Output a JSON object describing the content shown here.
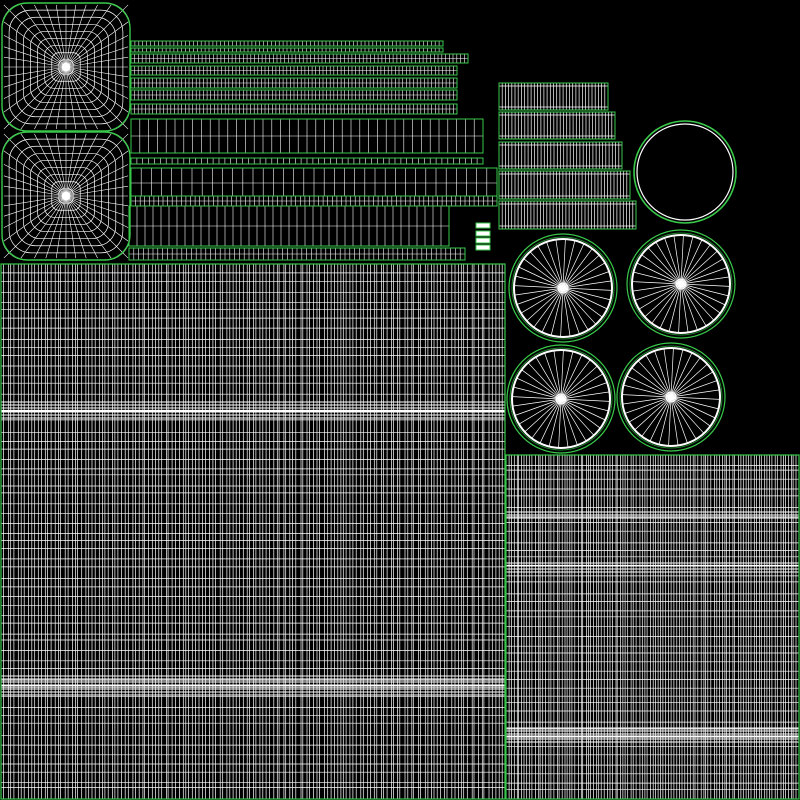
{
  "title": "",
  "colors": {
    "background": "#000000",
    "wire": "#ffffff",
    "border": "#39c94a",
    "border_dark": "#1f8a2e"
  },
  "islands": {
    "rounded_squares": 2,
    "strips": 9,
    "ribbed_strips": 5,
    "ring": 1,
    "wheels": 4,
    "small_chips": 4,
    "large_grids": 2
  }
}
